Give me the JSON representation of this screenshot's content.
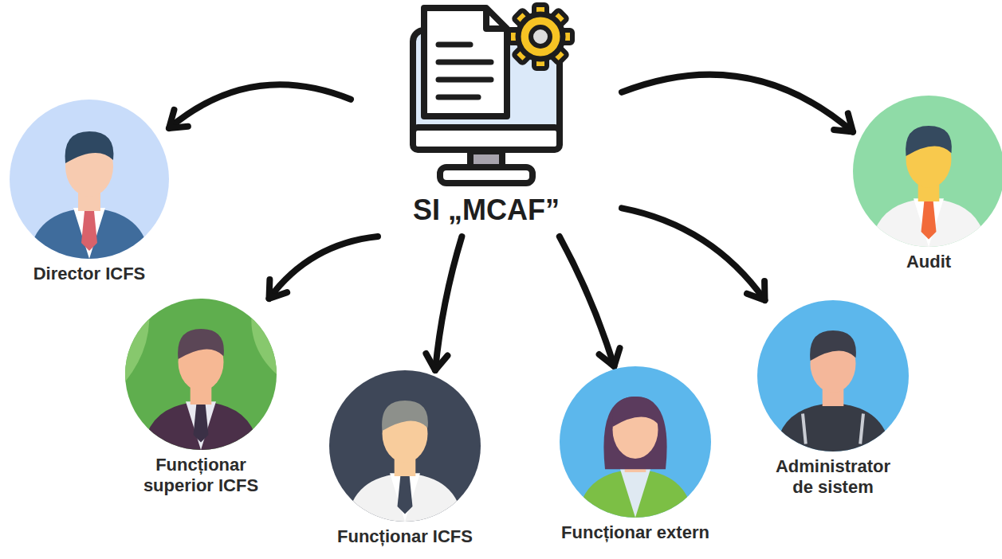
{
  "diagram": {
    "nodes": [
      {
        "text": [
          "SI „MCAF”"
        ]
      },
      {
        "text": [
          "Director ICFS"
        ]
      },
      {
        "text": [
          "Funcționar superior ICFS"
        ]
      },
      {
        "text": [
          "Funcționar ICFS"
        ]
      },
      {
        "text": [
          "Funcționar extern"
        ]
      },
      {
        "text": [
          "Administrator de sistem"
        ]
      },
      {
        "text": [
          "Audit"
        ]
      }
    ],
    "edges": [
      {
        "from": 0,
        "to": 1,
        "arrow": "to"
      },
      {
        "from": 0,
        "to": 2,
        "arrow": "to"
      },
      {
        "from": 0,
        "to": 3,
        "arrow": "to"
      },
      {
        "from": 0,
        "to": 4,
        "arrow": "to"
      },
      {
        "from": 0,
        "to": 5,
        "arrow": "to"
      },
      {
        "from": 0,
        "to": 6,
        "arrow": "to"
      }
    ]
  }
}
